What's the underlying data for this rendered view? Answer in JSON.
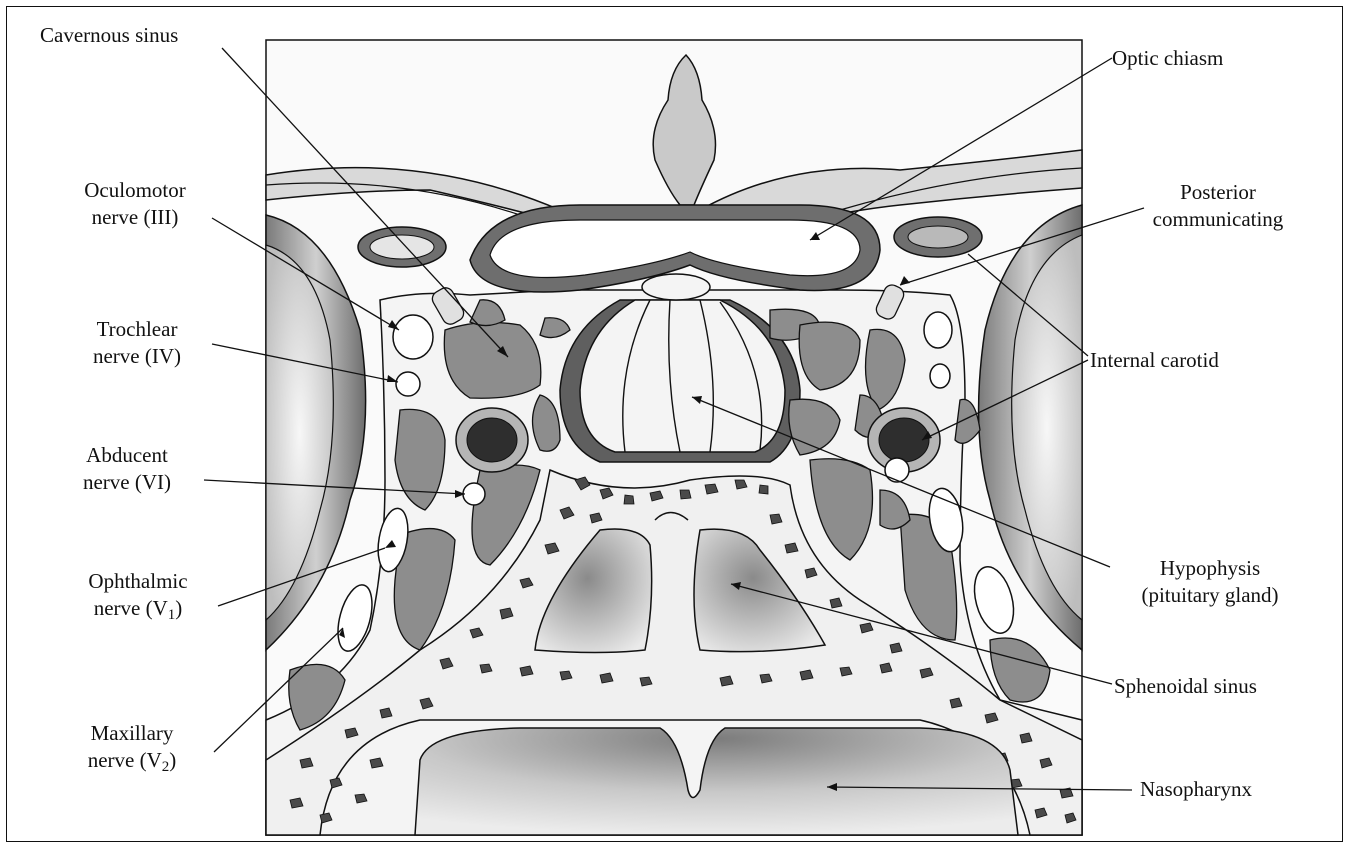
{
  "labels": {
    "cavernous_sinus": "Cavernous sinus",
    "optic_chiasm": "Optic chiasm",
    "oculomotor_1": "Oculomotor",
    "oculomotor_2": "nerve (III)",
    "posterior_1": "Posterior",
    "posterior_2": "communicating",
    "trochlear_1": "Trochlear",
    "trochlear_2": "nerve (IV)",
    "internal_carotid": "Internal carotid",
    "abducent_1": "Abducent",
    "abducent_2": "nerve (VI)",
    "ophthalmic_1": "Ophthalmic",
    "ophthalmic_2": "nerve (V",
    "ophthalmic_sub": "1",
    "hypophysis_1": "Hypophysis",
    "hypophysis_2": "(pituitary gland)",
    "sphenoidal_sinus": "Sphenoidal sinus",
    "maxillary_1": "Maxillary",
    "maxillary_2": "nerve (V",
    "maxillary_sub": "2",
    "nasopharynx": "Nasopharynx",
    "close_paren": ")"
  }
}
